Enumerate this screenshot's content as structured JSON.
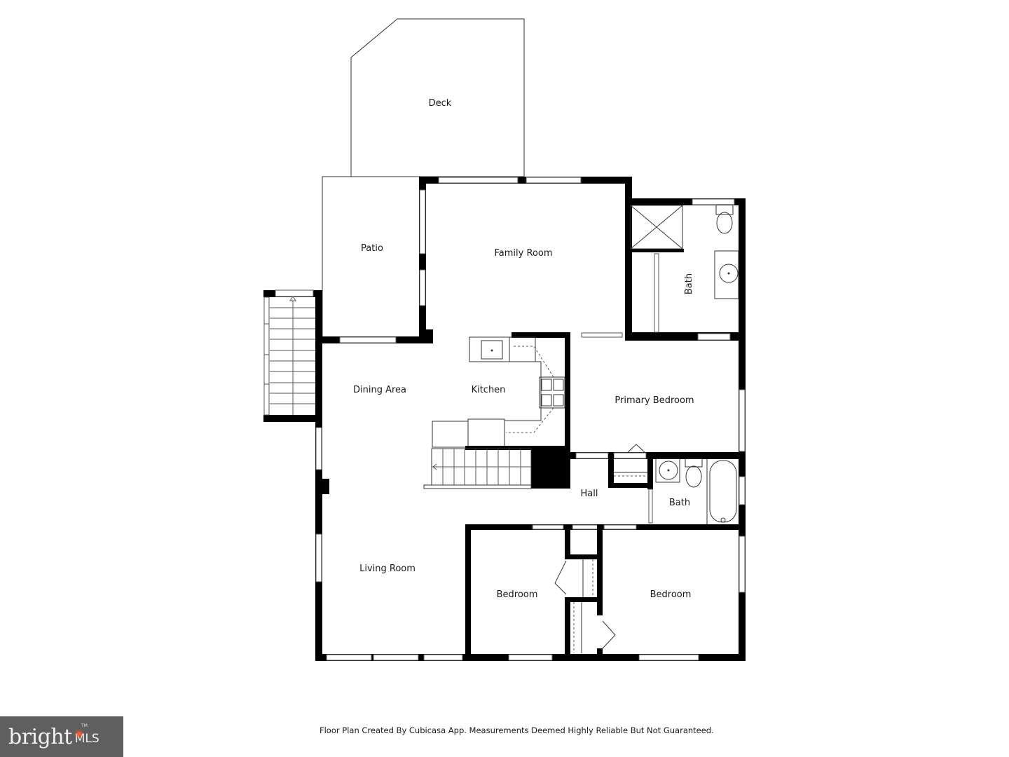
{
  "plan": {
    "rooms": [
      {
        "id": "deck",
        "label": "Deck"
      },
      {
        "id": "patio",
        "label": "Patio"
      },
      {
        "id": "family-room",
        "label": "Family Room"
      },
      {
        "id": "primary-bath",
        "label": "Bath"
      },
      {
        "id": "dining-area",
        "label": "Dining Area"
      },
      {
        "id": "kitchen",
        "label": "Kitchen"
      },
      {
        "id": "primary-bedroom",
        "label": "Primary Bedroom"
      },
      {
        "id": "hall",
        "label": "Hall"
      },
      {
        "id": "hall-bath",
        "label": "Bath"
      },
      {
        "id": "living-room",
        "label": "Living Room"
      },
      {
        "id": "bedroom-1",
        "label": "Bedroom"
      },
      {
        "id": "bedroom-2",
        "label": "Bedroom"
      }
    ]
  },
  "footer": {
    "note": "Floor Plan Created By Cubicasa App. Measurements Deemed Highly Reliable But Not Guaranteed."
  },
  "logo": {
    "brand": "bright",
    "suffix": "MLS",
    "trademark": "TM",
    "background": "#5f5f5f",
    "accent": "#ff5a2a"
  }
}
